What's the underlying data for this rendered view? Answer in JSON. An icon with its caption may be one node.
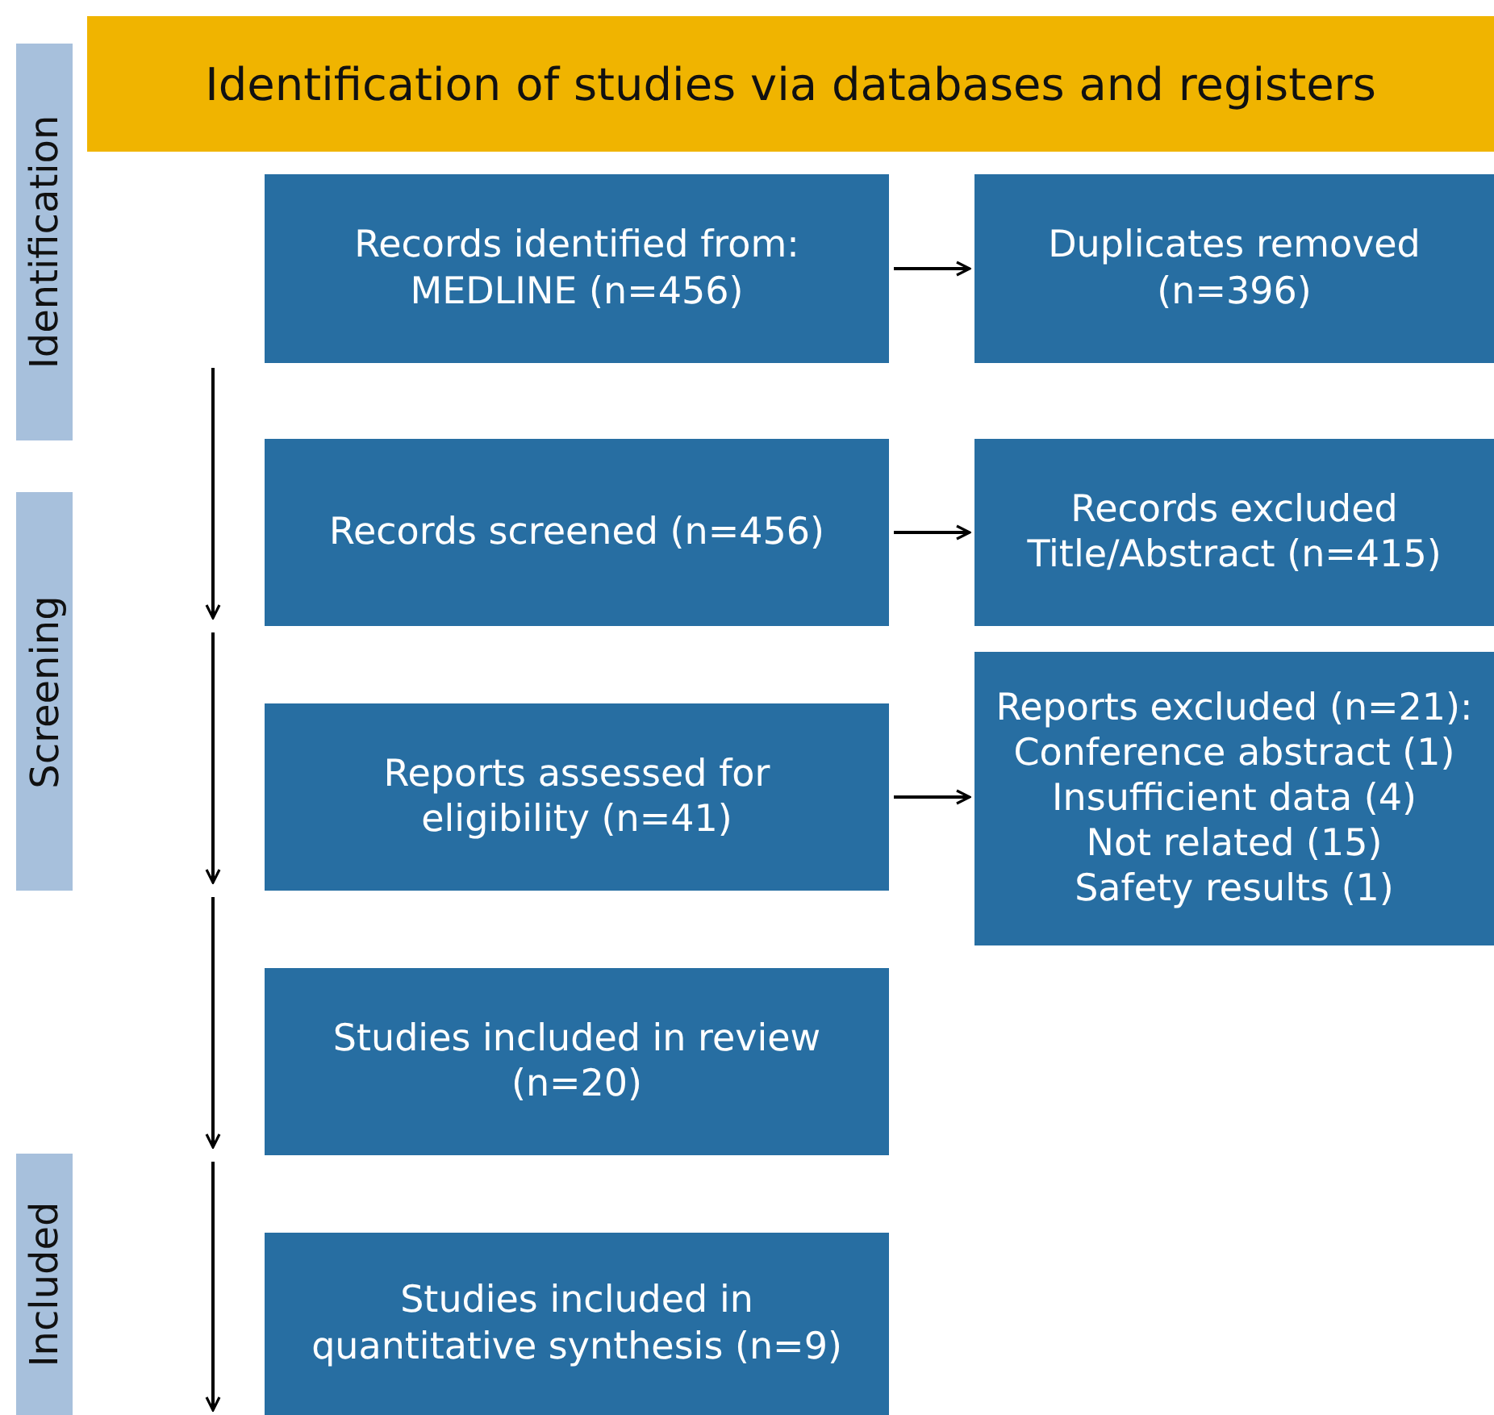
{
  "diagram": {
    "title": "Identification of studies via databases and registers",
    "nodes": [
      {
        "text": [
          "Identification"
        ]
      },
      {
        "text": [
          "Screening"
        ]
      },
      {
        "text": [
          "Included"
        ]
      },
      {
        "text": [
          "Records identified from:",
          "MEDLINE (n=456)"
        ]
      },
      {
        "text": [
          "Duplicates removed (n=396)"
        ]
      },
      {
        "text": [
          "Records screened (n=456)"
        ]
      },
      {
        "text": [
          "Records excluded Title/Abstract (n=415)"
        ]
      },
      {
        "text": [
          "Reports assessed for eligibility (n=41)"
        ]
      },
      {
        "text": [
          "Reports excluded (n=21):",
          "Conference abstract (1)",
          "Insufficient data (4)",
          "Not related (15)",
          "Safety results (1)"
        ]
      },
      {
        "text": [
          "Studies included in review (n=20)"
        ]
      },
      {
        "text": [
          "Studies included in quantitative synthesis (n=9)"
        ]
      }
    ],
    "edges": [
      {
        "from": 3,
        "to": 4,
        "arrow": "to"
      },
      {
        "from": 5,
        "to": 6,
        "arrow": "to"
      },
      {
        "from": 7,
        "to": 8,
        "arrow": "to"
      }
    ]
  }
}
